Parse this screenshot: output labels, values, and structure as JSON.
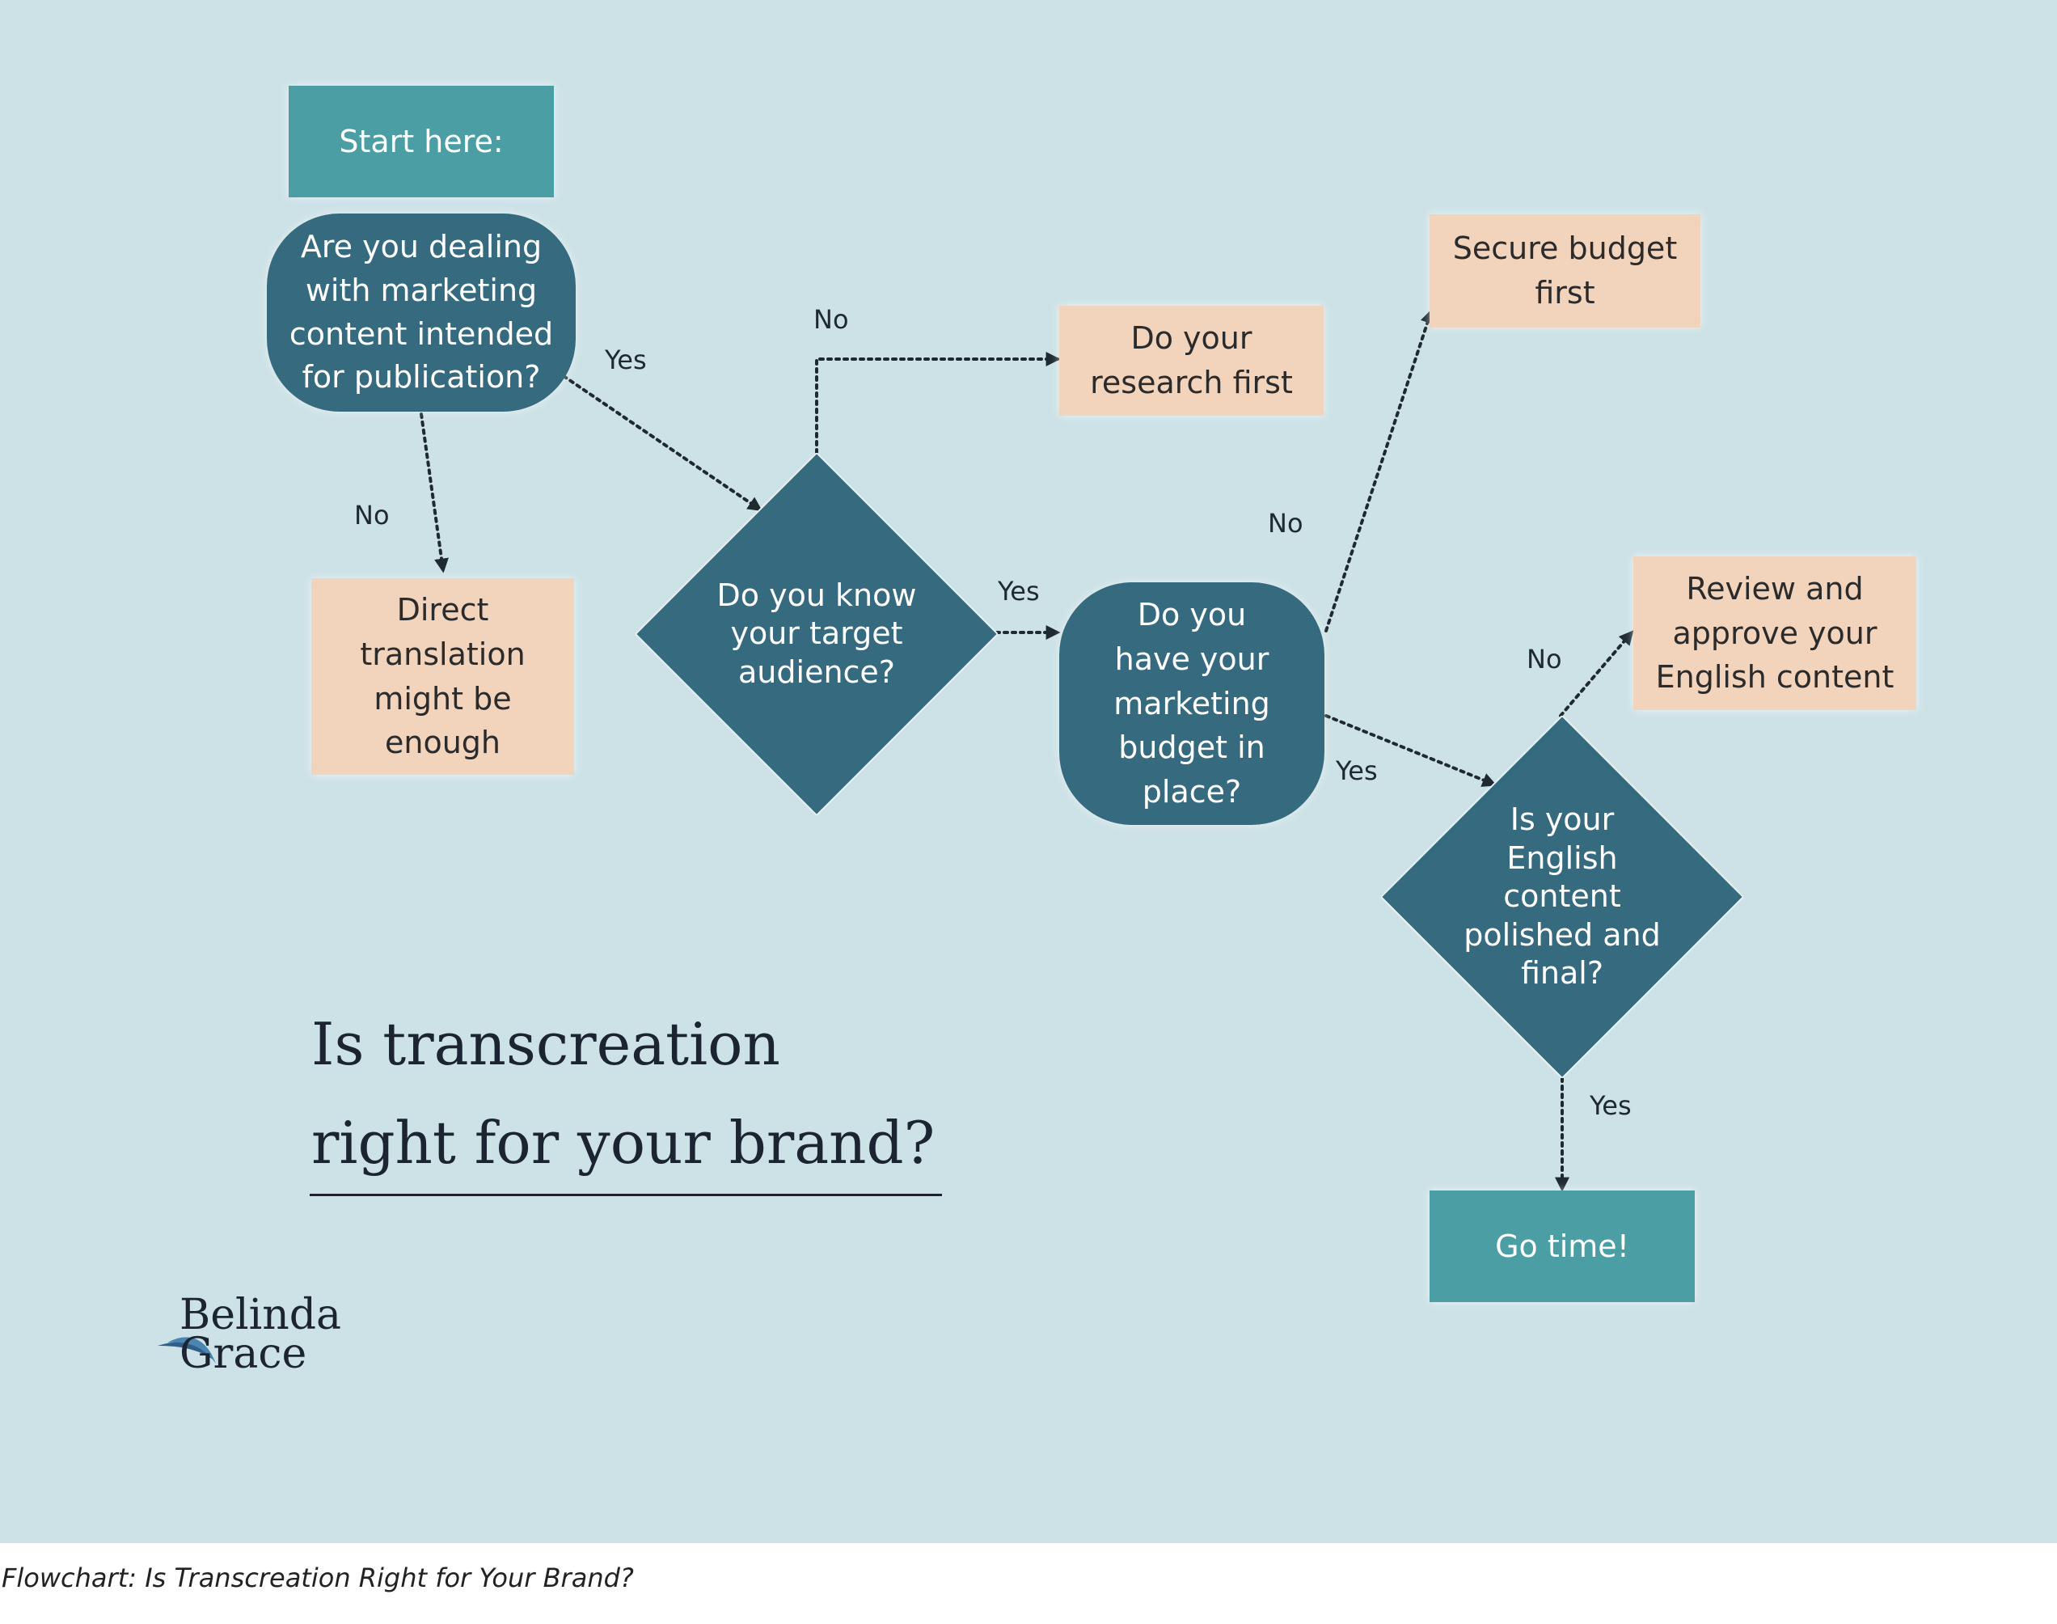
{
  "colors": {
    "background": "#cde2e7",
    "terminal": "#4b9ea4",
    "decision": "#356a7f",
    "outcome": "#f2d3bc",
    "connector": "#1f2a30"
  },
  "nodes": {
    "start": "Start here:",
    "q_marketing": "Are you dealing\nwith marketing\ncontent intended\nfor publication?",
    "direct_translation": "Direct\ntranslation\nmight be\nenough",
    "q_audience": "Do you know\nyour target\naudience?",
    "research_first": "Do your\nresearch first",
    "q_budget": "Do you\nhave your\nmarketing\nbudget in\nplace?",
    "secure_budget": "Secure budget\nfirst",
    "q_english": "Is your\nEnglish\ncontent\npolished and\nfinal?",
    "review_content": "Review and\napprove your\nEnglish content",
    "go_time": "Go time!"
  },
  "edge_labels": {
    "marketing_yes": "Yes",
    "marketing_no": "No",
    "audience_no": "No",
    "audience_yes": "Yes",
    "budget_no": "No",
    "budget_yes": "Yes",
    "english_no": "No",
    "english_yes": "Yes"
  },
  "title": "Is transcreation\nright for your brand?",
  "logo": "Belinda\nGrace",
  "caption": "Flowchart: Is Transcreation Right for Your Brand?"
}
